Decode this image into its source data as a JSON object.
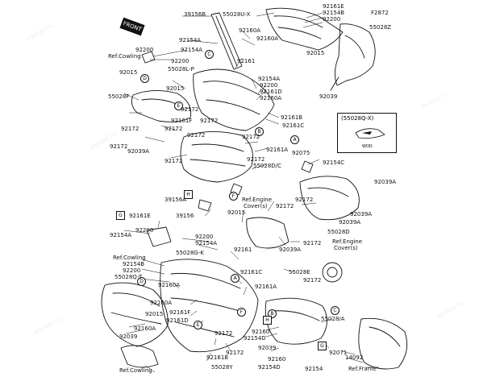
{
  "diagram_code": "F2872",
  "front_label": "FRONT",
  "inset": {
    "title": "(55028Q-X)",
    "sub": "WOD"
  },
  "watermark": "motod.ru",
  "callouts": {
    "c1": "C",
    "c2": "D",
    "c3": "E",
    "c4": "B",
    "c5": "F",
    "c6": "A",
    "c7": "H",
    "c8": "G",
    "c9": "E",
    "c10": "A",
    "c11": "B",
    "c12": "C",
    "c13": "D",
    "c14": "H",
    "c15": "G",
    "c16": "F"
  },
  "labels": {
    "l1": "39156B",
    "l2": "55028U-X",
    "l3": "92161E",
    "l4": "92154B",
    "l5": "92200",
    "l6": "F2872",
    "l7": "55028Z",
    "l8": "92160A",
    "l9": "92160A",
    "l10": "92015",
    "l11": "92154A",
    "l12": "92154A",
    "l13": "92200",
    "l14": "Ref.Cowling",
    "l15": "92200",
    "l16": "92015",
    "l17": "55028L-P",
    "l18": "92161",
    "l19": "92154A",
    "l20": "92200",
    "l21": "92015",
    "l22": "55028F",
    "l23": "92161D",
    "l24": "92160A",
    "l25": "92039",
    "l26": "92161B",
    "l27": "92161C",
    "l28": "92161F",
    "l29": "92172",
    "l30": "92172",
    "l31": "92172",
    "l32": "92172",
    "l33": "92172",
    "l34": "92039A",
    "l35": "92172",
    "l36": "92172",
    "l37": "92161A",
    "l38": "92075",
    "l39": "92172",
    "l40": "92172",
    "l41": "55028D/C",
    "l42": "92154C",
    "l43": "92039A",
    "l44": "39156A",
    "l45": "Ref.Engine",
    "l46": "Cover(s)",
    "l47": "92172",
    "l48": "92172",
    "l49": "92039A",
    "l50": "39156",
    "l51": "92015",
    "l52": "92039A",
    "l53": "92161E",
    "l54": "55028D",
    "l55": "92154A",
    "l56": "92200",
    "l57": "92200",
    "l58": "92154A",
    "l59": "Ref.Engine",
    "l60": "Cover(s)",
    "l61": "55028G-K",
    "l62": "92172",
    "l63": "92039A",
    "l64": "92161",
    "l65": "Ref.Cowling",
    "l66": "92154B",
    "l67": "92200",
    "l68": "55028E",
    "l69": "55028Q-T",
    "l70": "92161C",
    "l71": "92172",
    "l72": "92160A",
    "l73": "92161A",
    "l74": "92161F",
    "l75": "92160A",
    "l76": "92015",
    "l77": "92161D",
    "l78": "92160A",
    "l79": "92039",
    "l80": "55028/A",
    "l81": "92172",
    "l82": "92160",
    "l83": "92154D",
    "l84": "92161B",
    "l85": "92172",
    "l86": "92071",
    "l87": "92039",
    "l88": "14092",
    "l89": "92160",
    "l90": "Ref.Cowling",
    "l91": "55028Y",
    "l92": "92154D",
    "l93": "92154",
    "l94": "Ref.Frame"
  }
}
